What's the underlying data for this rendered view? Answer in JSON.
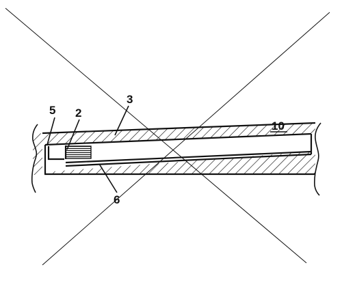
{
  "figure": {
    "stroke_color": "#111111",
    "background_color": "#ffffff",
    "labels": {
      "label_5": "5",
      "label_2": "2",
      "label_3": "3",
      "label_10": "10",
      "label_6": "6"
    }
  }
}
